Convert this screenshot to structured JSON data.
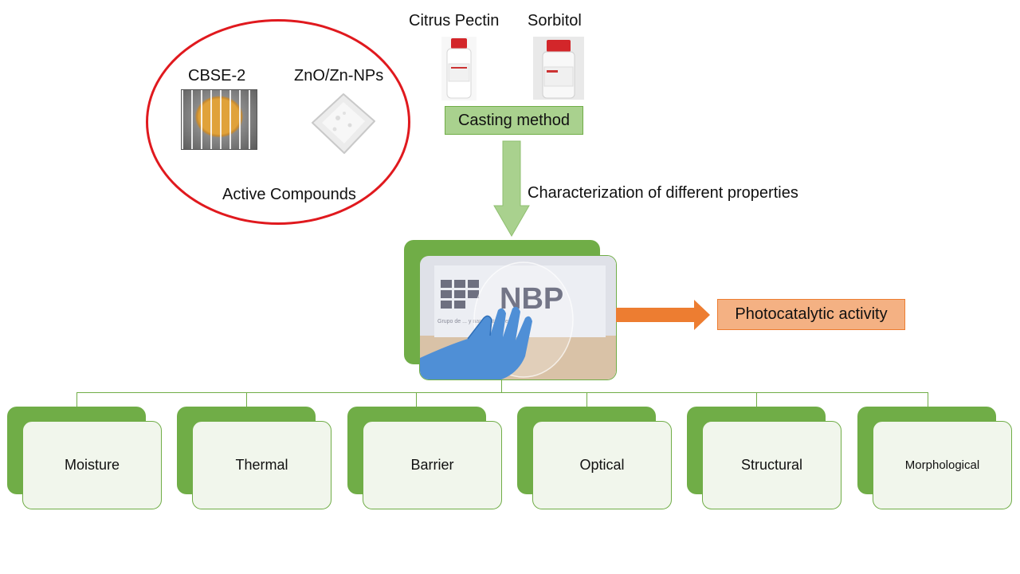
{
  "active_group": {
    "title": "Active Compounds",
    "items": [
      {
        "label": "CBSE-2"
      },
      {
        "label": "ZnO/Zn-NPs"
      }
    ]
  },
  "materials": [
    {
      "label": "Citrus Pectin"
    },
    {
      "label": "Sorbitol"
    }
  ],
  "method": {
    "label": "Casting method"
  },
  "characterization": {
    "label": "Characterization of different properties"
  },
  "film_photo": {
    "logo_text": "NBP",
    "caption_text": "Grupo de ... y nanomateriales"
  },
  "photocatalytic": {
    "label": "Photocatalytic activity"
  },
  "properties": [
    {
      "label": "Moisture"
    },
    {
      "label": "Thermal"
    },
    {
      "label": "Barrier"
    },
    {
      "label": "Optical"
    },
    {
      "label": "Structural"
    },
    {
      "label": "Morphological"
    }
  ],
  "colors": {
    "ellipse": "#e0191e",
    "green_dark": "#70ad47",
    "green_light": "#a9d18e",
    "orange": "#ed7d31",
    "orange_light": "#f4b183"
  }
}
